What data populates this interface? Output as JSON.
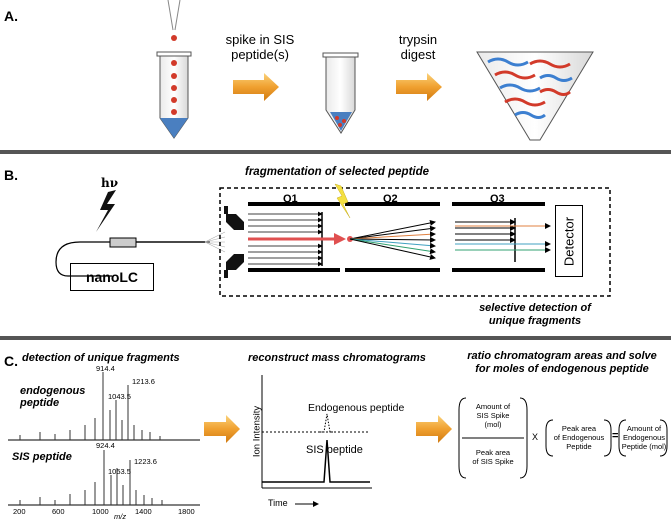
{
  "panels": {
    "a": {
      "label": "A.",
      "step1": [
        "spike in SIS",
        "peptide(s)"
      ],
      "step2": [
        "trypsin",
        "digest"
      ]
    },
    "b": {
      "label": "B.",
      "fragmentation": "fragmentation of selected peptide",
      "hv": "hν",
      "nanolc": "nanoLC",
      "q1": "Q1",
      "q2": "Q2",
      "q3": "Q3",
      "detector": "Detector",
      "selective": [
        "selective detection of",
        "unique fragments"
      ]
    },
    "c": {
      "label": "C.",
      "detection": "detection of unique fragments",
      "endogenous": [
        "endogenous",
        "peptide"
      ],
      "sis": "SIS peptide",
      "peaks_endo": [
        "914.4",
        "1043.5",
        "1213.6"
      ],
      "peaks_sis": [
        "924.4",
        "1053.5",
        "1223.6"
      ],
      "xticks": [
        "200",
        "600",
        "1000",
        "1400",
        "1800"
      ],
      "mz": "m/z",
      "reconstruct": "reconstruct mass chromatograms",
      "ion_intensity": "Ion Intensity",
      "endo_peptide": "Endogenous peptide",
      "sis_peptide": "SIS peptide",
      "time": "Time",
      "ratio": [
        "ratio chromatogram areas and solve",
        "for moles of endogenous peptide"
      ],
      "eq_amount_sis": [
        "Amount of",
        "SIS Spike",
        "(mol)"
      ],
      "eq_peak_sis": [
        "Peak area",
        "of SIS Spike"
      ],
      "eq_times": "X",
      "eq_peak_endo": [
        "Peak area",
        "of Endogenous",
        "Peptide"
      ],
      "eq_equals": "=",
      "eq_result": [
        "Amount of",
        "Endogenous",
        "Peptide (mol)"
      ]
    }
  },
  "colors": {
    "arrow": "#f0a030",
    "red": "#e03030",
    "blue": "#3c7fd0",
    "liquid": "#4a7fc0",
    "rule": "#555555"
  }
}
